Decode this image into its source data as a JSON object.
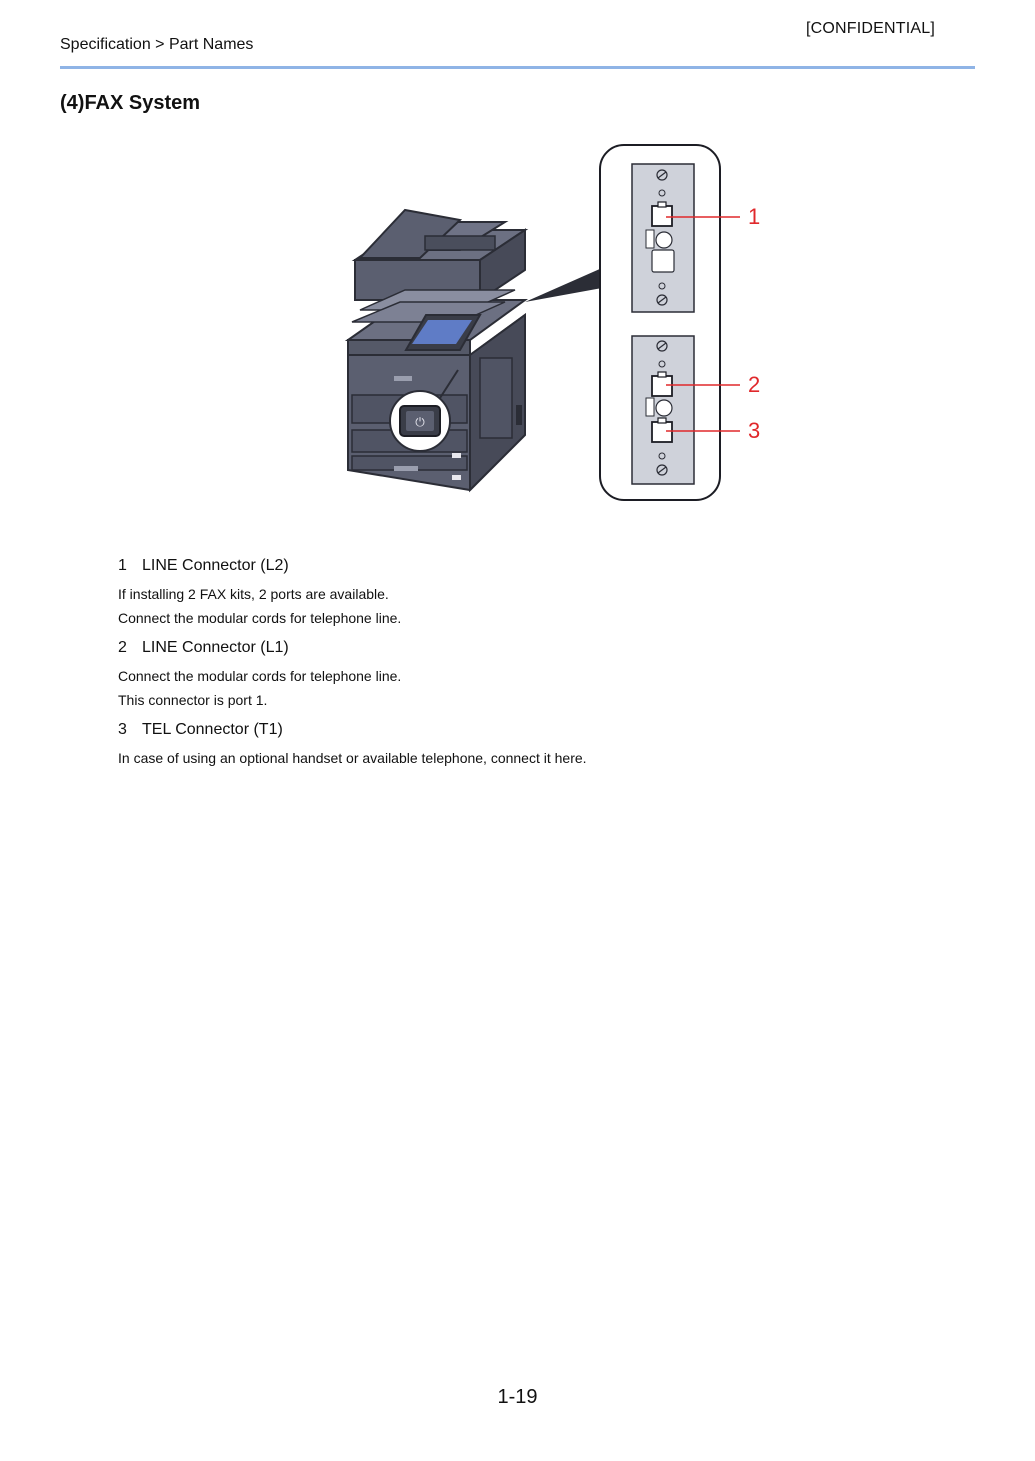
{
  "header": {
    "confidential": "[CONFIDENTIAL]",
    "breadcrumb": "Specification > Part Names"
  },
  "section": {
    "title": "(4)FAX System"
  },
  "figure": {
    "callouts": [
      "1",
      "2",
      "3"
    ],
    "callout_color": "#e0282b",
    "machine_color": "#5b5f70"
  },
  "items": [
    {
      "number": "1",
      "title": "LINE Connector (L2)",
      "lines": [
        "If installing 2 FAX kits, 2 ports are available.",
        "Connect the modular cords for telephone line."
      ]
    },
    {
      "number": "2",
      "title": "LINE Connector (L1)",
      "lines": [
        "Connect the modular cords for telephone line.",
        "This connector is port 1."
      ]
    },
    {
      "number": "3",
      "title": "TEL Connector (T1)",
      "lines": [
        "In case of using an optional handset or available telephone, connect it here."
      ]
    }
  ],
  "footer": {
    "page_number": "1-19"
  }
}
